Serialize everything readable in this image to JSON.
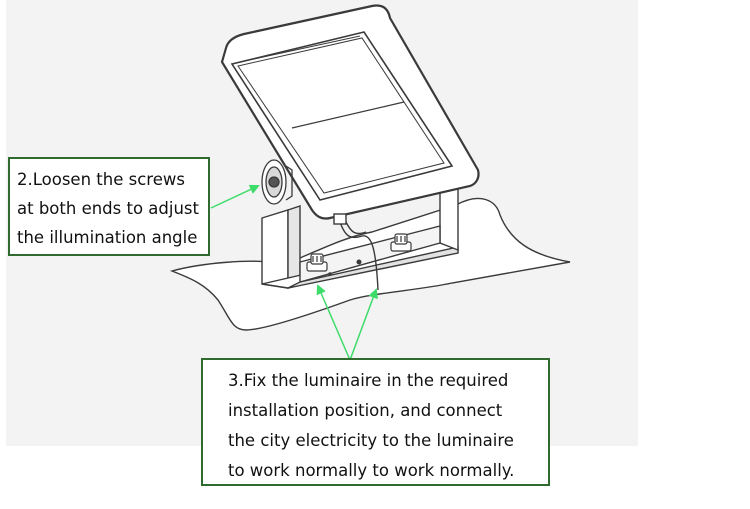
{
  "callouts": {
    "step2": {
      "lines": [
        "2.Loosen the screws",
        "at both ends to adjust",
        "the illumination angle"
      ]
    },
    "step3": {
      "lines": [
        "3.Fix the luminaire in the required",
        "installation position, and connect",
        "the city electricity to the luminaire",
        "to work normally  to work normally."
      ]
    }
  },
  "colors": {
    "callout_border": "#2f6b2f",
    "arrow": "#3ddc6a",
    "line_art": "#3a3a3a",
    "panel_background": "#f3f3f3"
  }
}
